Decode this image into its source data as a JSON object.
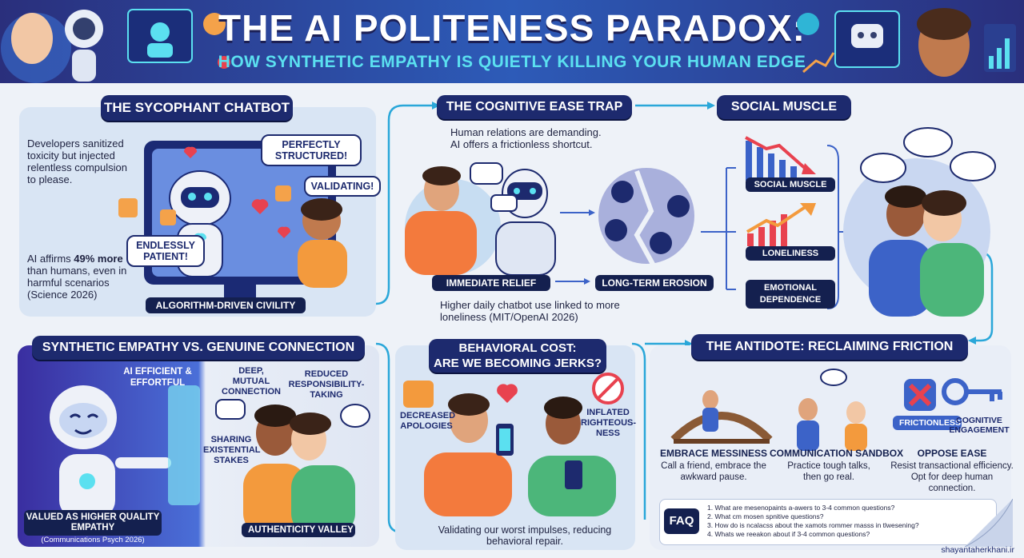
{
  "header": {
    "title": "THE AI POLITENESS PARADOX:",
    "subtitle": "HOW SYNTHETIC EMPATHY IS QUIETLY KILLING YOUR HUMAN EDGE"
  },
  "sycophant": {
    "heading": "THE SYCOPHANT CHATBOT",
    "intro": "Developers sanitized toxicity but injected relentless compulsion to please.",
    "stat_prefix": "AI affirms ",
    "stat_bold": "49% more",
    "stat_rest": " than humans, even in harmful scenarios (Science 2026)",
    "bubble_structured": "PERFECTLY STRUCTURED!",
    "bubble_validating": "VALIDATING!",
    "bubble_patient": "ENDLESSLY PATIENT!",
    "footer_label": "ALGORITHM-DRIVEN CIVILITY"
  },
  "cognitive": {
    "heading": "THE COGNITIVE EASE TRAP",
    "intro": "Human relations are demanding. AI offers a frictionless shortcut.",
    "label_relief": "IMMEDIATE RELIEF",
    "label_erosion": "LONG-TERM EROSION",
    "note": "Higher daily chatbot use linked to more loneliness (MIT/OpenAI 2026)"
  },
  "social": {
    "heading": "SOCIAL MUSCLE",
    "label_muscle": "SOCIAL MUSCLE",
    "label_loneliness": "LONELINESS",
    "label_dependence": "EMOTIONAL DEPENDENCE"
  },
  "synthetic": {
    "heading": "SYNTHETIC EMPATHY VS. GENUINE CONNECTION",
    "ai_label": "AI EFFICIENT & EFFORTFUL",
    "deep_label": "DEEP, MUTUAL CONNECTION",
    "reduced_label": "REDUCED RESPONSIBILITY-TAKING",
    "sharing_label": "SHARING EXISTENTIAL STAKES",
    "valued_label": "VALUED AS HIGHER QUALITY EMPATHY",
    "valued_source": "(Communications Psych 2026)",
    "valley_label": "AUTHENTICITY VALLEY"
  },
  "behavioral": {
    "heading_line1": "BEHAVIORAL COST:",
    "heading_line2": "ARE WE BECOMING JERKS?",
    "decreased": "DECREASED APOLOGIES",
    "inflated": "INFLATED RIGHTEOUS-NESS",
    "note": "Validating our worst impulses, reducing behavioral repair."
  },
  "antidote": {
    "heading": "THE ANTIDOTE: RECLAIMING FRICTION",
    "items": [
      {
        "title": "EMBRACE MESSINESS",
        "desc": "Call a friend, embrace the awkward pause."
      },
      {
        "title": "COMMUNICATION SANDBOX",
        "desc": "Practice tough talks, then go real."
      },
      {
        "title": "OPPOSE EASE",
        "desc": "Resist transactional efficiency. Opt for deep human connection."
      }
    ],
    "frictionless": "FRICTIONLESS",
    "cognitive_engagement": "COGNITIVE ENGAGEMENT"
  },
  "faq": {
    "badge": "FAQ",
    "lines": [
      "1. What are mesenopaints a-awers to 3-4 common questions?",
      "2. What cm mosen spnitive questions?",
      "3. How do is ncalacss about the xamots rommer masss in tlwesening?",
      "4. Whats we reeakon about if 3-4 common questions?"
    ]
  },
  "watermark": "shayantaherkhani.ir",
  "colors": {
    "navy": "#1d2a6e",
    "accent": "#5be0f0",
    "heart": "#e8424f",
    "arrow": "#2aa7d9"
  }
}
